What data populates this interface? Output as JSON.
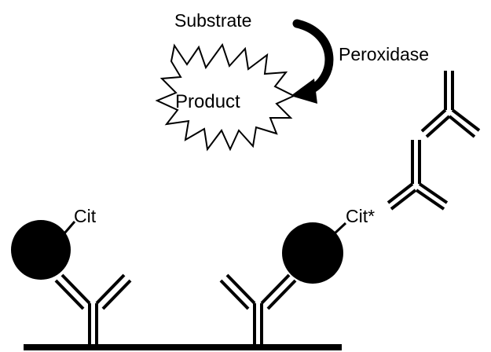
{
  "labels": {
    "substrate": "Substrate",
    "peroxidase": "Peroxidase",
    "product": "Product",
    "cit": "Cit",
    "cit_star": "Cit*"
  },
  "colors": {
    "ink": "#000000",
    "background": "#ffffff",
    "burst_fill": "#ffffff"
  }
}
